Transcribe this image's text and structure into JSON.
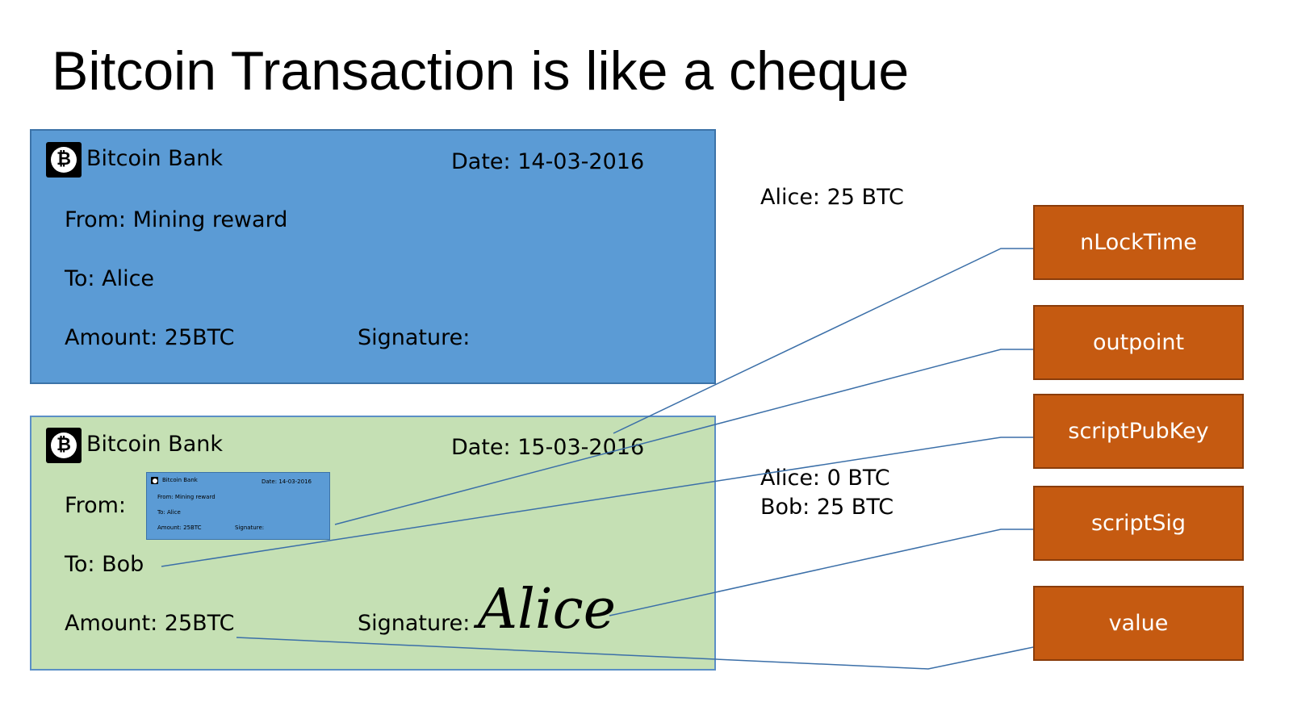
{
  "title": "Bitcoin Transaction is like a cheque",
  "cheque1": {
    "bank": "Bitcoin Bank",
    "date": "Date: 14-03-2016",
    "from": "From: Mining reward",
    "to": "To: Alice",
    "amount": "Amount: 25BTC",
    "signature_label": "Signature:",
    "color": "#5b9bd5"
  },
  "cheque2": {
    "bank": "Bitcoin Bank",
    "date": "Date: 15-03-2016",
    "from": "From:",
    "to": "To: Bob",
    "amount": "Amount: 25BTC",
    "signature_label": "Signature:",
    "signature": "Alice",
    "color": "#c5e0b4"
  },
  "mini_cheque": {
    "bank": "Bitcoin Bank",
    "date": "Date: 14-03-2016",
    "from": "From: Mining reward",
    "to": "To: Alice",
    "amount": "Amount: 25BTC",
    "signature_label": "Signature:"
  },
  "balances": {
    "after_first": "Alice: 25 BTC",
    "after_second_alice": "Alice: 0 BTC",
    "after_second_bob": "Bob: 25 BTC"
  },
  "fields": {
    "nlocktime": "nLockTime",
    "outpoint": "outpoint",
    "scriptpubkey": "scriptPubKey",
    "scriptsig": "scriptSig",
    "value": "value",
    "color": "#c55a11"
  },
  "icons": {
    "bank_logo": "bitcoin-icon",
    "bitcoin_symbol": "₿"
  },
  "line_color": "#3b6fa8"
}
